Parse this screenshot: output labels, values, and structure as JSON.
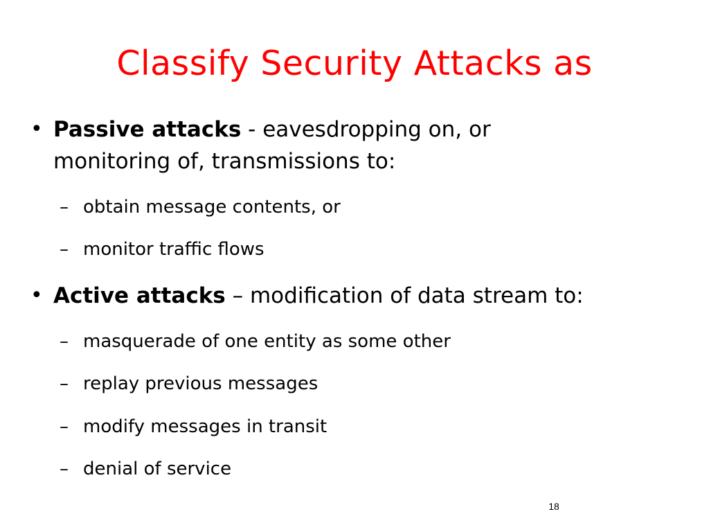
{
  "slide": {
    "title": "Classify Security Attacks as",
    "title_color": "#ff0000",
    "bullets": [
      {
        "term": "Passive attacks",
        "separator": " - ",
        "text_line1": "eavesdropping on, or",
        "text_line2": "monitoring of, transmissions to:",
        "subitems": [
          "obtain message contents, or",
          "monitor traffic flows"
        ]
      },
      {
        "term": "Active attacks",
        "separator": " – ",
        "text_line1": "modification of data stream to:",
        "subitems": [
          "masquerade of one entity as some other",
          "replay previous messages",
          "modify messages in transit",
          "denial of service"
        ]
      }
    ],
    "bullet_glyph": "•",
    "dash_glyph": "–",
    "page_number": "18"
  }
}
